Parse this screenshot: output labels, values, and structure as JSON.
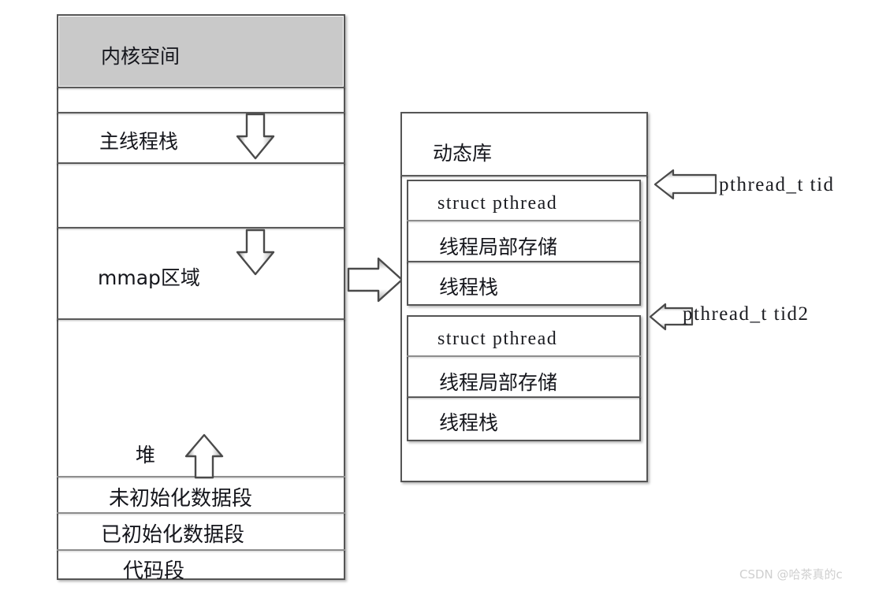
{
  "diagram": {
    "title_semantic": "linux-process-memory-layout-and-pthread-structures",
    "colors": {
      "kernel_fill": "#c9c9c9",
      "border": "#555555",
      "text": "#15161c",
      "watermark": "#cfcfcf",
      "background": "#ffffff"
    },
    "address_space": {
      "name": "process-address-space-column",
      "segments": [
        {
          "key": "kernel",
          "label": "内核空间",
          "filled": true
        },
        {
          "key": "gap1",
          "label": "",
          "filled": false
        },
        {
          "key": "main_stack",
          "label": "主线程栈",
          "filled": false,
          "arrow": "down"
        },
        {
          "key": "gap2",
          "label": "",
          "filled": false
        },
        {
          "key": "mmap",
          "label": "mmap区域",
          "filled": false,
          "arrow": "down"
        },
        {
          "key": "heap",
          "label": "堆",
          "filled": false,
          "arrow": "up"
        },
        {
          "key": "bss",
          "label": "未初始化数据段",
          "filled": false
        },
        {
          "key": "data",
          "label": "已初始化数据段",
          "filled": false
        },
        {
          "key": "text",
          "label": "代码段",
          "filled": false
        }
      ]
    },
    "dynamic_library": {
      "name": "dynamic-library-box",
      "label": "动态库",
      "threads": [
        {
          "key": "thread-1",
          "pointer_label": "pthread_t tid",
          "rows": [
            {
              "key": "struct-pthread",
              "label": "struct pthread",
              "script": "latin"
            },
            {
              "key": "tls",
              "label": "线程局部存储",
              "script": "cjk"
            },
            {
              "key": "thread-stack",
              "label": "线程栈",
              "script": "cjk"
            }
          ]
        },
        {
          "key": "thread-2",
          "pointer_label": "pthread_t tid2",
          "rows": [
            {
              "key": "struct-pthread",
              "label": "struct pthread",
              "script": "latin"
            },
            {
              "key": "tls",
              "label": "线程局部存储",
              "script": "cjk"
            },
            {
              "key": "thread-stack",
              "label": "线程栈",
              "script": "cjk"
            }
          ]
        }
      ]
    },
    "connector": {
      "name": "mmap-to-dynamic-library-arrow",
      "direction": "right"
    },
    "watermark": {
      "text": "CSDN @哈茶真的c"
    }
  }
}
